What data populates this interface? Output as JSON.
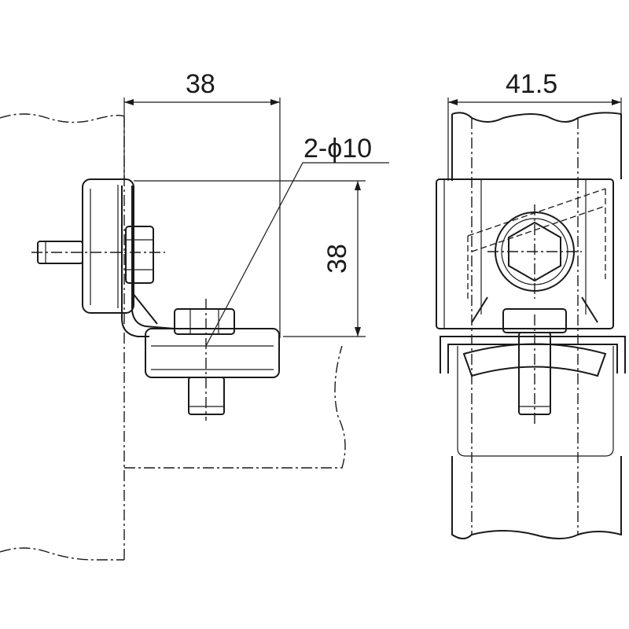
{
  "side_view": {
    "width_dimension": "38",
    "height_dimension": "38",
    "hole_callout": "2-ϕ10"
  },
  "front_view": {
    "width_dimension": "41.5"
  }
}
